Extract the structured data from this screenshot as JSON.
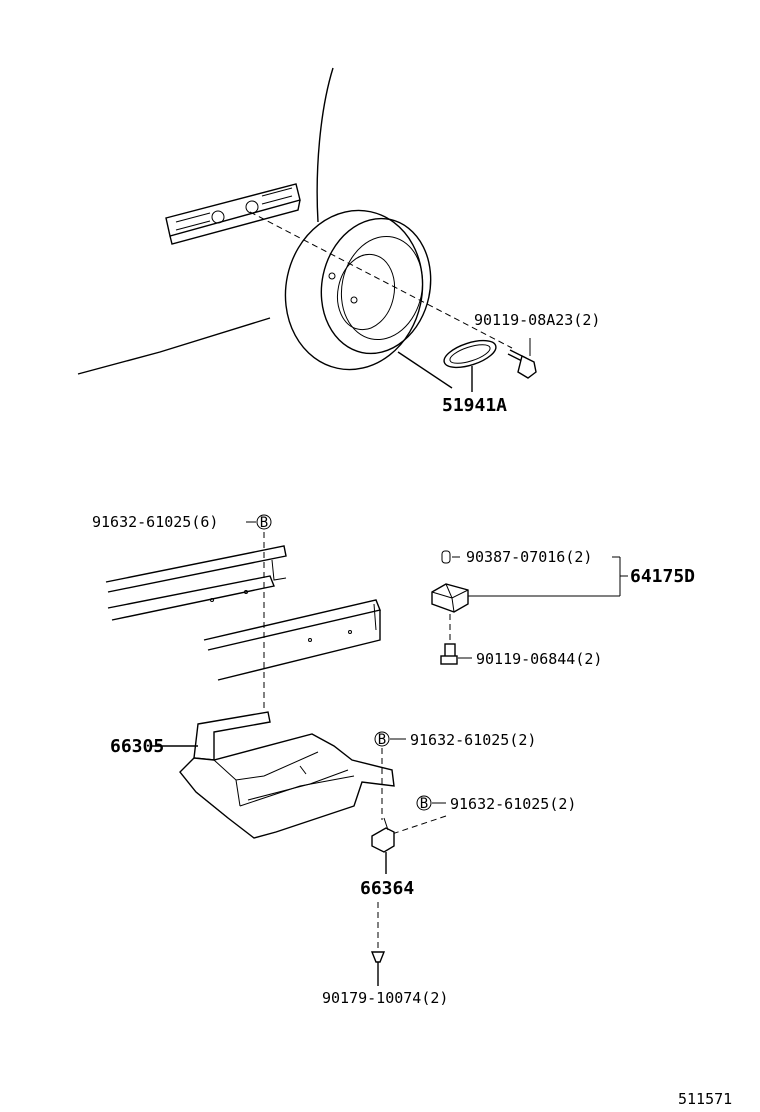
{
  "labels": {
    "bolt_wheel": "90119-08A23(2)",
    "hub_cap": "51941A",
    "nut_left": "91632-61025(6)",
    "plug": "90387-07016(2)",
    "jack_bracket": "64175D",
    "bolt_jack": "90119-06844(2)",
    "carrier": "66305",
    "nut_mid": "91632-61025(2)",
    "nut_right": "91632-61025(2)",
    "hanger": "66364",
    "clip": "90179-10074(2)",
    "figure_number": "511571",
    "nut_symbol": "B"
  }
}
